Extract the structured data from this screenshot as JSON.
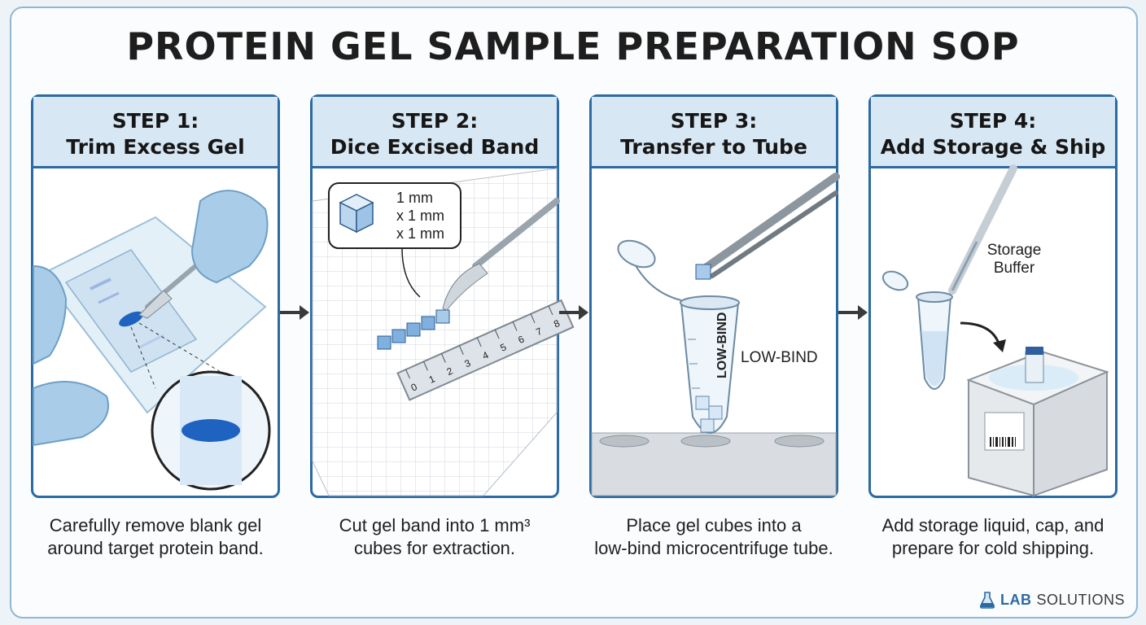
{
  "title": "PROTEIN GEL SAMPLE PREPARATION SOP",
  "steps": [
    {
      "heading": "STEP 1:",
      "subheading": "Trim Excess Gel",
      "caption_line1": "Carefully remove blank gel",
      "caption_line2": "around target protein band."
    },
    {
      "heading": "STEP 2:",
      "subheading": "Dice Excised Band",
      "callout_line1": "1 mm",
      "callout_line2": "x 1 mm",
      "callout_line3": "x 1 mm",
      "ruler_ticks": [
        "0",
        "1",
        "2",
        "3",
        "4",
        "5",
        "6",
        "7",
        "8"
      ],
      "caption_line1": "Cut gel band into 1 mm³",
      "caption_line2": "cubes for extraction."
    },
    {
      "heading": "STEP 3:",
      "subheading": "Transfer to Tube",
      "tube_label": "LOW-BIND",
      "side_label": "LOW-BIND",
      "caption_line1": "Place gel cubes into a",
      "caption_line2": "low-bind microcentrifuge tube."
    },
    {
      "heading": "STEP 4:",
      "subheading": "Add Storage & Ship",
      "buffer_label_line1": "Storage",
      "buffer_label_line2": "Buffer",
      "caption_line1": "Add storage liquid, cap, and",
      "caption_line2": "prepare for cold shipping."
    }
  ],
  "brand": {
    "strong": "LAB",
    "rest": "SOLUTIONS",
    "icon": "flask-icon"
  },
  "colors": {
    "accent": "#2b6aa3",
    "header_fill": "#d8e7f4",
    "glove": "#a9cde8",
    "gel_band": "#1f63c0"
  }
}
